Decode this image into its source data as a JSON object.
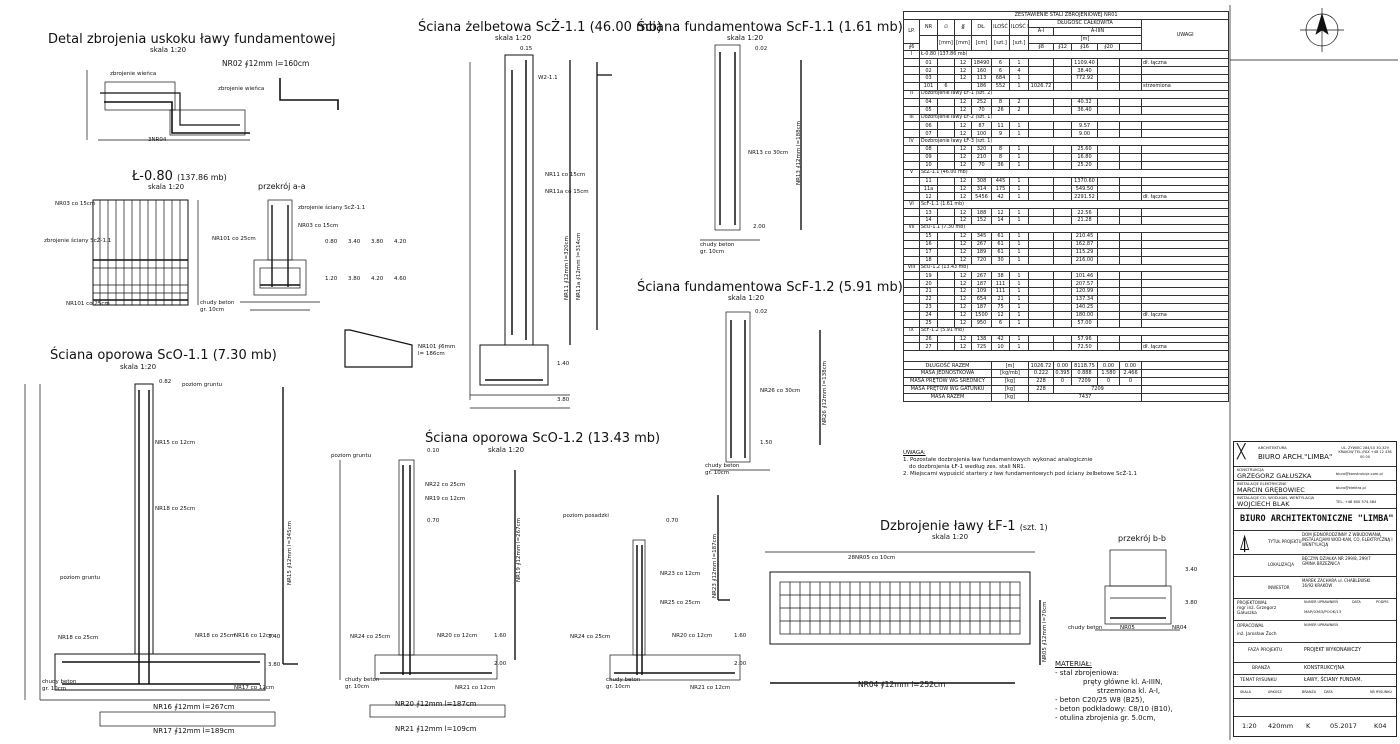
{
  "titles": {
    "detal": {
      "title": "Detal zbrojenia uskoku ławy fundamentowej",
      "scale": "skala 1:20"
    },
    "scz": {
      "title": "Ściana żelbetowa ScŻ-1.1 (46.00 mb)",
      "scale": "skala 1:20"
    },
    "scf11": {
      "title": "Ściana fundamentowa ScF-1.1 (1.61 mb)",
      "scale": "skala 1:20"
    },
    "scf12": {
      "title": "Ściana fundamentowa ScF-1.2 (5.91 mb)",
      "scale": "skala 1:20"
    },
    "l080": {
      "title": "Ł-0.80",
      "sub": "(137.86 mb)",
      "scale": "skala 1:20"
    },
    "przekroj_aa": {
      "title": "przekrój a-a"
    },
    "sco11": {
      "title": "Ściana oporowa ScO-1.1 (7.30 mb)",
      "scale": "skala 1:20"
    },
    "sco12": {
      "title": "Ściana oporowa ScO-1.2 (13.43 mb)",
      "scale": "skala 1:20"
    },
    "lf1": {
      "title": "Dzbrojenie ławy ŁF-1",
      "sub": "(szt. 1)",
      "scale": "skala 1:20"
    },
    "przekroj_bb": {
      "title": "przekrój b-b"
    }
  },
  "labels": {
    "nr02": "NR02 ∮12mm l=160cm",
    "zb_wiencze": "zbrojenie wieńca",
    "zb_wiencze2": "zbrojenie wieńca",
    "n3nr04": "3NR04",
    "nr03": "NR03 co 15cm",
    "zb_sciany": "zbrojenie ściany ScŻ-1.1",
    "zb_sciany2": "zbrojenie ściany ScŻ-1.1",
    "nr101": "NR101 co 25cm",
    "nr101b": "NR101 co 25cm",
    "nr03b": "NR03 co 15cm",
    "chudy": "chudy beton",
    "gr10": "gr. 10cm",
    "nr101_bar": "NR101 ∮6mm",
    "nr101_len": "l= 186cm",
    "w2": "W2-1.1",
    "nr11": "NR11 co 15cm",
    "nr11a": "NR11a co 15cm",
    "nr11_vert": "NR11 ∮12mm l=320cm",
    "nr11a_vert": "NR11a ∮12mm l=314cm",
    "nr13": "NR13 co 30cm",
    "nr13_vert": "NR13 ∮12mm l=188cm",
    "nr26": "NR26 co 30cm",
    "nr26_vert": "NR26 ∮12mm l=138cm",
    "poz_gruntu": "poziom gruntu",
    "poz_posadzki": "poziom posadzki",
    "nr15": "NR15 co 12cm",
    "nr18": "NR18 co 25cm",
    "nr16": "NR16 co 12cm",
    "nr17": "NR17 co 12cm",
    "nr15_vert": "NR15 ∮12mm l=345cm",
    "nr16_bar": "NR16 ∮12mm l=267cm",
    "nr17_bar": "NR17 ∮12mm l=189cm",
    "nr22": "NR22 co 25cm",
    "nr19": "NR19 co 12cm",
    "nr24": "NR24 co 25cm",
    "nr20": "NR20 co 12cm",
    "nr21": "NR21 co 12cm",
    "nr19_vert": "NR19 ∮12mm l=267cm",
    "nr20_bar": "NR20 ∮12mm l=187cm",
    "nr21_bar": "NR21 ∮12mm l=109cm",
    "nr23": "NR23 co 12cm",
    "nr25": "NR25 co 25cm",
    "nr23_vert": "NR23 ∮12mm l=187cm",
    "nr04_bar": "NR04 ∮12mm l=252cm",
    "nr05_vert": "NR05 ∮12mm l=70cm",
    "nr05": "NR05",
    "nr04": "NR04",
    "n28nr05": "28NR05 co 10cm"
  },
  "levels": [
    "0.15",
    "0.02",
    "0.02",
    "0.80",
    "3.40",
    "3.80",
    "4.20",
    "1.20",
    "3.80",
    "4.20",
    "4.60",
    "1.40",
    "3.80",
    "2.00",
    "1.50",
    "0.82",
    "3.40",
    "3.80",
    "0.10",
    "0.70",
    "1.60",
    "2.00",
    "0.70",
    "1.60",
    "2.00",
    "3.40",
    "3.80"
  ],
  "schedule": {
    "title": "ZESTAWIENIE STALI ZBROJENIOWEJ NR01",
    "head": {
      "lp": "LP.",
      "nr": "NR",
      "fi": "∅",
      "fi2": "∯",
      "dl": "DŁ.",
      "ilosc": "ILOŚĆ",
      "ilosc_elem": "ILOŚĆ ELEM.",
      "dlugosc": "DŁUGOŚĆ CAŁKOWITA",
      "ai": "A-I",
      "aiiin": "A-IIIN",
      "m": "[m]",
      "uwagi": "UWAGI",
      "mm": "[mm]",
      "mm2": "[mm]",
      "cm": "[cm]",
      "szt": "[szt.]",
      "szt2": "[szt.]",
      "c6": "∮6",
      "c8": "∮8",
      "c12": "∮12",
      "c16": "∮16",
      "c20": "∮20"
    },
    "rows": [
      {
        "g": true,
        "lp": "I",
        "name": "Ł-0.80 (137.86 mb)"
      },
      {
        "nr": "01",
        "fi": "",
        "fi2": "12",
        "dl": "18490",
        "il": "6",
        "el": "1",
        "c6": "",
        "c8": "",
        "c12": "1109.40",
        "c16": "",
        "c20": "",
        "u": "dł. łączna"
      },
      {
        "nr": "02",
        "fi": "",
        "fi2": "12",
        "dl": "160",
        "il": "6",
        "el": "4",
        "c6": "",
        "c8": "",
        "c12": "38.40",
        "c16": "",
        "c20": "",
        "u": ""
      },
      {
        "nr": "03",
        "fi": "",
        "fi2": "12",
        "dl": "113",
        "il": "684",
        "el": "1",
        "c6": "",
        "c8": "",
        "c12": "772.92",
        "c16": "",
        "c20": "",
        "u": ""
      },
      {
        "nr": "101",
        "fi": "6",
        "fi2": "",
        "dl": "186",
        "il": "552",
        "el": "1",
        "c6": "1026.72",
        "c8": "",
        "c12": "",
        "c16": "",
        "c20": "",
        "u": "strzemiona"
      },
      {
        "g": true,
        "lp": "II",
        "name": "Dozbrojenie ławy ŁF-1 (szt. 2)"
      },
      {
        "nr": "04",
        "fi": "",
        "fi2": "12",
        "dl": "252",
        "il": "8",
        "el": "2",
        "c6": "",
        "c8": "",
        "c12": "40.32",
        "c16": "",
        "c20": "",
        "u": ""
      },
      {
        "nr": "05",
        "fi": "",
        "fi2": "12",
        "dl": "70",
        "il": "26",
        "el": "2",
        "c6": "",
        "c8": "",
        "c12": "36.40",
        "c16": "",
        "c20": "",
        "u": ""
      },
      {
        "g": true,
        "lp": "III",
        "name": "Dozbrojenie ławy ŁF-2 (szt. 1)"
      },
      {
        "nr": "06",
        "fi": "",
        "fi2": "12",
        "dl": "87",
        "il": "11",
        "el": "1",
        "c6": "",
        "c8": "",
        "c12": "9.57",
        "c16": "",
        "c20": "",
        "u": ""
      },
      {
        "nr": "07",
        "fi": "",
        "fi2": "12",
        "dl": "100",
        "il": "9",
        "el": "1",
        "c6": "",
        "c8": "",
        "c12": "9.00",
        "c16": "",
        "c20": "",
        "u": ""
      },
      {
        "g": true,
        "lp": "IV",
        "name": "Dozbrojenie ławy ŁF-3 (szt. 1)"
      },
      {
        "nr": "08",
        "fi": "",
        "fi2": "12",
        "dl": "320",
        "il": "8",
        "el": "1",
        "c6": "",
        "c8": "",
        "c12": "25.60",
        "c16": "",
        "c20": "",
        "u": ""
      },
      {
        "nr": "09",
        "fi": "",
        "fi2": "12",
        "dl": "210",
        "il": "8",
        "el": "1",
        "c6": "",
        "c8": "",
        "c12": "16.80",
        "c16": "",
        "c20": "",
        "u": ""
      },
      {
        "nr": "10",
        "fi": "",
        "fi2": "12",
        "dl": "70",
        "il": "36",
        "el": "1",
        "c6": "",
        "c8": "",
        "c12": "25.20",
        "c16": "",
        "c20": "",
        "u": ""
      },
      {
        "g": true,
        "lp": "V",
        "name": "ScŻ-1.1 (46.00 mb)"
      },
      {
        "nr": "11",
        "fi": "",
        "fi2": "12",
        "dl": "308",
        "il": "445",
        "el": "1",
        "c6": "",
        "c8": "",
        "c12": "1370.60",
        "c16": "",
        "c20": "",
        "u": ""
      },
      {
        "nr": "11a",
        "fi": "",
        "fi2": "12",
        "dl": "314",
        "il": "175",
        "el": "1",
        "c6": "",
        "c8": "",
        "c12": "549.50",
        "c16": "",
        "c20": "",
        "u": ""
      },
      {
        "nr": "12",
        "fi": "",
        "fi2": "12",
        "dl": "5456",
        "il": "42",
        "el": "1",
        "c6": "",
        "c8": "",
        "c12": "2291.52",
        "c16": "",
        "c20": "",
        "u": "dł. łączna"
      },
      {
        "g": true,
        "lp": "VI",
        "name": "ScF-1.1 (1.61 mb)"
      },
      {
        "nr": "13",
        "fi": "",
        "fi2": "12",
        "dl": "188",
        "il": "12",
        "el": "1",
        "c6": "",
        "c8": "",
        "c12": "22.56",
        "c16": "",
        "c20": "",
        "u": ""
      },
      {
        "nr": "14",
        "fi": "",
        "fi2": "12",
        "dl": "152",
        "il": "14",
        "el": "1",
        "c6": "",
        "c8": "",
        "c12": "21.28",
        "c16": "",
        "c20": "",
        "u": ""
      },
      {
        "g": true,
        "lp": "VII",
        "name": "ScO-1.1 (7.30 mb)"
      },
      {
        "nr": "15",
        "fi": "",
        "fi2": "12",
        "dl": "345",
        "il": "61",
        "el": "1",
        "c6": "",
        "c8": "",
        "c12": "210.45",
        "c16": "",
        "c20": "",
        "u": ""
      },
      {
        "nr": "16",
        "fi": "",
        "fi2": "12",
        "dl": "267",
        "il": "61",
        "el": "1",
        "c6": "",
        "c8": "",
        "c12": "162.87",
        "c16": "",
        "c20": "",
        "u": ""
      },
      {
        "nr": "17",
        "fi": "",
        "fi2": "12",
        "dl": "189",
        "il": "61",
        "el": "1",
        "c6": "",
        "c8": "",
        "c12": "115.29",
        "c16": "",
        "c20": "",
        "u": ""
      },
      {
        "nr": "18",
        "fi": "",
        "fi2": "12",
        "dl": "720",
        "il": "30",
        "el": "1",
        "c6": "",
        "c8": "",
        "c12": "216.00",
        "c16": "",
        "c20": "",
        "u": ""
      },
      {
        "g": true,
        "lp": "VIII",
        "name": "ScO-1.2 (13.43 mb)"
      },
      {
        "nr": "19",
        "fi": "",
        "fi2": "12",
        "dl": "267",
        "il": "38",
        "el": "1",
        "c6": "",
        "c8": "",
        "c12": "101.46",
        "c16": "",
        "c20": "",
        "u": ""
      },
      {
        "nr": "20",
        "fi": "",
        "fi2": "12",
        "dl": "187",
        "il": "111",
        "el": "1",
        "c6": "",
        "c8": "",
        "c12": "207.57",
        "c16": "",
        "c20": "",
        "u": ""
      },
      {
        "nr": "21",
        "fi": "",
        "fi2": "12",
        "dl": "109",
        "il": "111",
        "el": "1",
        "c6": "",
        "c8": "",
        "c12": "120.99",
        "c16": "",
        "c20": "",
        "u": ""
      },
      {
        "nr": "22",
        "fi": "",
        "fi2": "12",
        "dl": "654",
        "il": "21",
        "el": "1",
        "c6": "",
        "c8": "",
        "c12": "137.34",
        "c16": "",
        "c20": "",
        "u": ""
      },
      {
        "nr": "23",
        "fi": "",
        "fi2": "12",
        "dl": "187",
        "il": "75",
        "el": "1",
        "c6": "",
        "c8": "",
        "c12": "140.25",
        "c16": "",
        "c20": "",
        "u": ""
      },
      {
        "nr": "24",
        "fi": "",
        "fi2": "12",
        "dl": "1500",
        "il": "12",
        "el": "1",
        "c6": "",
        "c8": "",
        "c12": "180.00",
        "c16": "",
        "c20": "",
        "u": "dł. łączna"
      },
      {
        "nr": "25",
        "fi": "",
        "fi2": "12",
        "dl": "950",
        "il": "6",
        "el": "1",
        "c6": "",
        "c8": "",
        "c12": "57.00",
        "c16": "",
        "c20": "",
        "u": ""
      },
      {
        "g": true,
        "lp": "IX",
        "name": "ScF-1.2 (5.91 mb)"
      },
      {
        "nr": "26",
        "fi": "",
        "fi2": "12",
        "dl": "138",
        "il": "42",
        "el": "1",
        "c6": "",
        "c8": "",
        "c12": "57.96",
        "c16": "",
        "c20": "",
        "u": ""
      },
      {
        "nr": "27",
        "fi": "",
        "fi2": "12",
        "dl": "725",
        "il": "10",
        "el": "1",
        "c6": "",
        "c8": "",
        "c12": "72.50",
        "c16": "",
        "c20": "",
        "u": "dł. łączna"
      }
    ],
    "summary": [
      {
        "label": "DŁUGOŚĆ RAZEM",
        "unit": "[m]",
        "c6": "1026.72",
        "c8": "0.00",
        "c12": "8118.75",
        "c16": "0.00",
        "c20": "0.00"
      },
      {
        "label": "MASA JEDNOSTKOWA",
        "unit": "[kg/mb]",
        "c6": "0.222",
        "c8": "0.395",
        "c12": "0.888",
        "c16": "1.580",
        "c20": "2.466"
      },
      {
        "label": "MASA PRĘTÓW WG ŚREDNICY",
        "unit": "[kg]",
        "c6": "228",
        "c8": "0",
        "c12": "7209",
        "c16": "0",
        "c20": "0"
      },
      {
        "label": "MASA PRĘTÓW WG GATUNKU",
        "unit": "[kg]",
        "ai": "228",
        "aiiin": "7209"
      },
      {
        "label": "MASA RAZEM",
        "unit": "[kg]",
        "total": "7437"
      }
    ]
  },
  "notes": {
    "head": "UWAGA:",
    "n1": "1. Pozostałe dozbrojenia ław fundamentowych wykonać analogicznie",
    "n1b": "do dozbrojenia ŁF-1 według zes. stali NR1.",
    "n2": "2. Miejscami wypuścić startery z ław fundamentowych pod ściany żelbetowe ScŻ-1.1"
  },
  "material": {
    "head": "MATERIAŁ:",
    "l1": "- stal zbrojeniowa:",
    "l2": "pręty główne kl. A-IIIN,",
    "l3": "strzemiona kl. A-I,",
    "l4": "- beton C20/25 W8 (B25),",
    "l5": "- beton podkładowy: C8/10 (B10),",
    "l6": "- otulina zbrojenia gr. 5.0cm,"
  },
  "titleblock": {
    "arch_role": "ARCHITEKTURA",
    "arch": "BIURO ARCH.\"LIMBA\"",
    "arch_addr": "UL. ZYWIEC 284/10 30-329 KRAKÓW TEL./FAX +48 12 436 00 00",
    "konstr_role": "KONSTRUKCJA",
    "konstr": "GRZEGORZ GAŁUSZKA",
    "konstr_mail": "biuro@konstrukcje.com.pl",
    "inst_el_role": "INSTALACJE ELEKTRYCZNE",
    "inst_el": "MARCIN GRĘBOWIEC",
    "inst_el_mail": "biuro@elektra.pl",
    "inst_co_role": "INSTALACJE CO, WOD-KAN, WENTYLACJA",
    "inst_co": "WOJCIECH BLAK",
    "inst_co_tel": "TEL. +48 600 574 484",
    "biuro": "BIURO ARCHITEKTONICZNE \"LIMBA\"",
    "tytul_lbl": "TYTUŁ PROJEKTU",
    "tytul": "DOM JEDNORODZINNY Z WBUDOWANĄ INSTALACJAMI WOD-KAN, CO, ELEKTRYCZNĄ I WENTYLACJĄ",
    "lok_lbl": "LOKALIZACJA",
    "lok": "BĘCZYN DZIAŁKA NR 299/8, 299/7 GMINA BRZEŹNICA",
    "inw_lbl": "INWESTOR",
    "inw": "MAREK ZACHARA ul. CHABLEWSKI 16/92 KRAKÓW",
    "proj_lbl": "PROJEKTOWAŁ",
    "proj": "mgr inż. Grzegorz Gałuszka",
    "upr_lbl": "NUMER UPRAWNIEŃ",
    "upr": "MAP/0363/POOK/13",
    "data_lbl": "DATA",
    "podpis_lbl": "PODPIS",
    "opr_lbl": "OPRACOWAŁ",
    "opr": "inż. Jarosław Żoch",
    "upr2_lbl": "NUMER UPRAWNIEŃ",
    "faza_lbl": "FAZA PROJEKTU",
    "faza": "PROJEKT WYKONAWCZY",
    "branza_lbl": "BRANŻA",
    "branza": "KONSTRUKCYJNA",
    "temat_lbl": "TEMAT RYSUNKU",
    "temat": "ŁAWY, ŚCIANY FUNDAM.",
    "skala_lbl": "SKALA",
    "arkusz_lbl": "ARKUSZ",
    "branza2_lbl": "BRANŻA",
    "data2_lbl": "DATA",
    "nr_lbl": "NR RYSUNKU",
    "skala": "1:20",
    "arkusz": "420mm",
    "branza2": "K",
    "data2": "05.2017",
    "nr": "K04"
  }
}
